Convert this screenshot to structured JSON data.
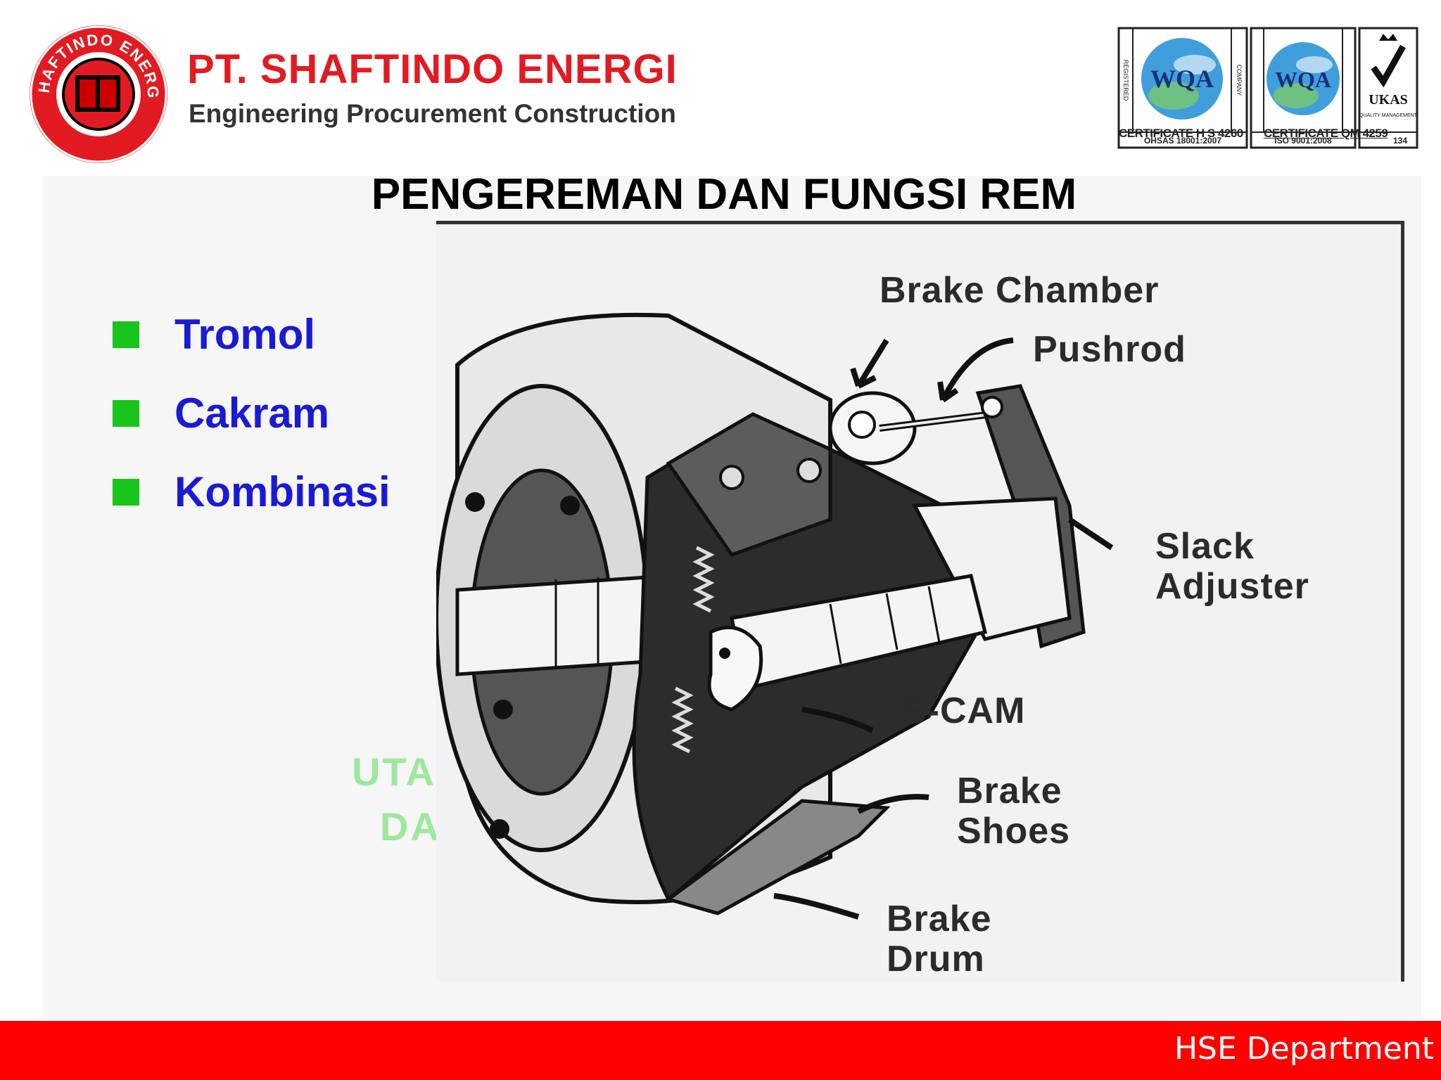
{
  "header": {
    "company_name": "PT. SHAFTINDO ENERGI",
    "tagline": "Engineering Procurement Construction",
    "logo_text": "SHAFTINDO ENERGI",
    "certificates": [
      {
        "badge": "WQA",
        "standard": "OHSAS 18001:2007",
        "caption": "CERTIFICATE H S 4260"
      },
      {
        "badge": "WQA",
        "standard": "ISO 9001:2008",
        "caption": "CERTIFICATE QM 4259"
      },
      {
        "badge": "UKAS",
        "standard": "134",
        "sub": "QUALITY MANAGEMENT"
      }
    ],
    "side_text_left": "REGISTERED",
    "side_text_right": "COMPANY"
  },
  "slide": {
    "title": "PENGEREMAN DAN FUNGSI REM",
    "bullets": [
      {
        "label": "Tromol"
      },
      {
        "label": "Cakram"
      },
      {
        "label": "Kombinasi"
      }
    ],
    "ghost_text": [
      "UTA",
      "DA"
    ]
  },
  "diagram": {
    "labels": {
      "brake_chamber": "Brake Chamber",
      "pushrod": "Pushrod",
      "slack_adjuster": [
        "Slack",
        "Adjuster"
      ],
      "s_cam": "S-CAM",
      "brake_shoes": [
        "Brake",
        "Shoes"
      ],
      "brake_drum": [
        "Brake",
        "Drum"
      ]
    }
  },
  "footer": {
    "department": "HSE Department"
  },
  "colors": {
    "brand_red": "#e21b22",
    "bullet_green": "#19c41b",
    "bullet_text": "#1a1ad6",
    "footer_red": "#fe0000"
  }
}
